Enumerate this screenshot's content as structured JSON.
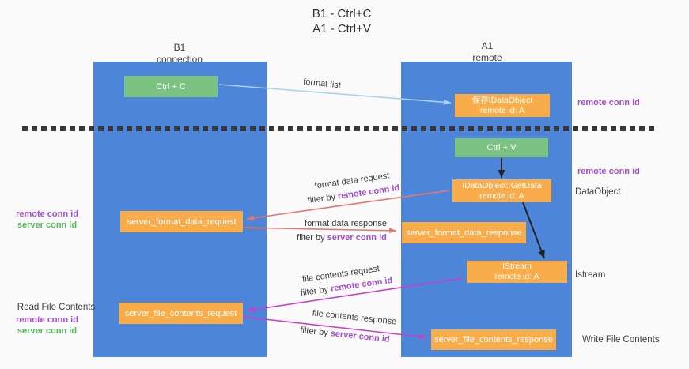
{
  "title": {
    "line1": "B1 - Ctrl+C",
    "line2": "A1 - Ctrl+V"
  },
  "lanes": {
    "left": {
      "header_line1": "B1",
      "header_line2": "connection"
    },
    "right": {
      "header_line1": "A1",
      "header_line2": "remote"
    }
  },
  "nodes": {
    "ctrl_c": {
      "label": "Ctrl + C"
    },
    "save_idataobject": {
      "line1": "保存IDataObject",
      "line2": "remote id: A"
    },
    "ctrl_v": {
      "label": "Ctrl + V"
    },
    "idataobject_getdata": {
      "line1": "IDataObject::GetData",
      "line2": "remote id: A"
    },
    "server_format_data_request": {
      "label": "server_format_data_request"
    },
    "server_format_data_response": {
      "label": "server_format_data_response"
    },
    "istream": {
      "line1": "IStream",
      "line2": "remote id: A"
    },
    "server_file_contents_request": {
      "label": "server_file_contents_request"
    },
    "server_file_contents_response": {
      "label": "server_file_contents_response"
    }
  },
  "edge_labels": {
    "format_list": "format list",
    "format_data_request": "format data request",
    "format_data_response": "format data response",
    "file_contents_request": "file contents request",
    "file_contents_response": "file contents response",
    "filter_by": "filter by ",
    "remote_conn_id": "remote conn id",
    "server_conn_id": "server conn id"
  },
  "side_labels": {
    "remote_conn_id_right_top": "remote conn id",
    "remote_conn_id_right_mid": "remote conn id",
    "dataobject": "DataObject",
    "istream": "Istream",
    "write_file_contents": "Write File Contents",
    "read_file_contents": "Read File Contents",
    "remote_conn_id_left_1": "remote conn id",
    "server_conn_id_left_1": "server conn id",
    "remote_conn_id_left_2": "remote conn id",
    "server_conn_id_left_2": "server conn id"
  },
  "colors": {
    "background": "#fafafa",
    "lane_blue": "#4d86d8",
    "box_green": "#7cc383",
    "box_orange": "#f8ad4a",
    "arrow_light_blue": "#a9d3f0",
    "arrow_black": "#222222",
    "arrow_salmon": "#e8756c",
    "arrow_magenta": "#cb3fc8",
    "label_purple": "#a24fc8",
    "label_green": "#56b45c",
    "dashed_line": "#383838"
  }
}
